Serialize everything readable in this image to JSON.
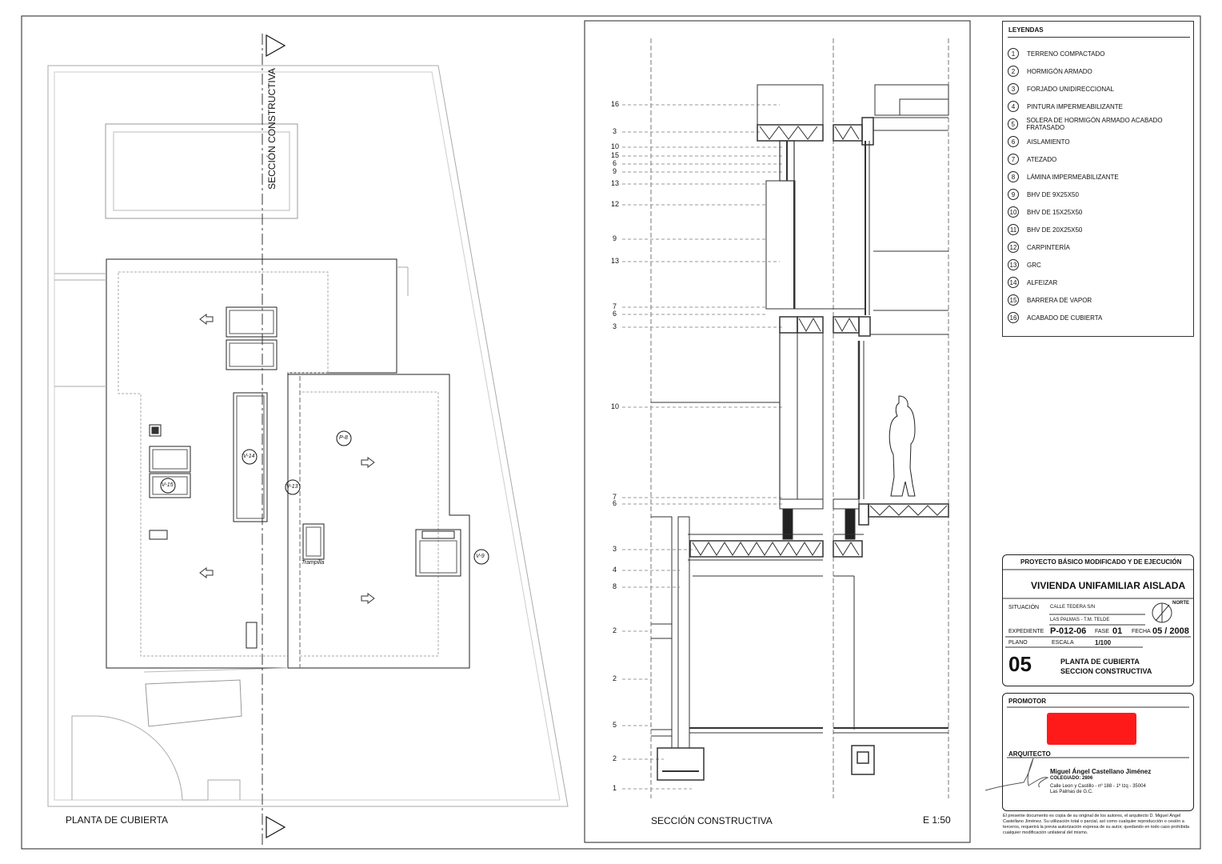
{
  "plan": {
    "title": "PLANTA DE CUBIERTA",
    "section_cut_label": "SECCIÓN CONSTRUCTIVA",
    "trapdoor_label": "Trampilla",
    "tags": [
      "V-14",
      "V-15",
      "V-13",
      "P-8",
      "V-9"
    ]
  },
  "section": {
    "title": "SECCIÓN CONSTRUCTIVA",
    "scale": "E 1:50",
    "level_markers": [
      "16",
      "3",
      "10",
      "15",
      "6",
      "9",
      "13",
      "12",
      "9",
      "13",
      "7",
      "6",
      "3",
      "10",
      "7",
      "6",
      "3",
      "4",
      "8",
      "2",
      "2",
      "5",
      "2",
      "1"
    ]
  },
  "legend": {
    "title": "LEYENDAS",
    "items": [
      {
        "num": "1",
        "text": "TERRENO COMPACTADO"
      },
      {
        "num": "2",
        "text": "HORMIGÓN ARMADO"
      },
      {
        "num": "3",
        "text": "FORJADO UNIDIRECCIONAL"
      },
      {
        "num": "4",
        "text": "PINTURA IMPERMEABILIZANTE"
      },
      {
        "num": "5",
        "text": "SOLERA DE HORMIGÓN ARMADO ACABADO FRATASADO"
      },
      {
        "num": "6",
        "text": "AISLAMIENTO"
      },
      {
        "num": "7",
        "text": "ATEZADO"
      },
      {
        "num": "8",
        "text": "LÁMINA IMPERMEABILIZANTE"
      },
      {
        "num": "9",
        "text": "BHV DE 9X25X50"
      },
      {
        "num": "10",
        "text": "BHV DE 15X25X50"
      },
      {
        "num": "11",
        "text": "BHV DE 20X25X50"
      },
      {
        "num": "12",
        "text": "CARPINTERÍA"
      },
      {
        "num": "13",
        "text": "GRC"
      },
      {
        "num": "14",
        "text": "ALFEIZAR"
      },
      {
        "num": "15",
        "text": "BARRERA DE VAPOR"
      },
      {
        "num": "16",
        "text": "ACABADO DE CUBIERTA"
      }
    ]
  },
  "title_block": {
    "project_type": "PROYECTO BÁSICO MODIFICADO Y DE EJECUCIÓN",
    "project_name": "VIVIENDA UNIFAMILIAR AISLADA",
    "situacion_label": "SITUACIÓN",
    "situacion_line1": "CALLE TEDERA S/N",
    "situacion_line2": "LAS PALMAS - T.M. TELDE",
    "norte_label": "NORTE",
    "expediente_label": "EXPEDIENTE",
    "expediente_value": "P-012-06",
    "fase_label": "FASE",
    "fase_value": "01",
    "fecha_label": "FECHA",
    "fecha_value": "05 / 2008",
    "plano_label": "PLANO",
    "escala_label": "ESCALA",
    "escala_value": "1/100",
    "plano_number": "05",
    "plano_title_1": "PLANTA DE CUBIERTA",
    "plano_title_2": "SECCION CONSTRUCTIVA"
  },
  "promotor": {
    "label": "PROMOTOR",
    "arquitecto_label": "ARQUITECTO",
    "architect_name": "Miguel Ángel Castellano Jiménez",
    "colegiado": "COLEGIADO: 2806",
    "address_1": "Calle Leon y Castillo - nº 188 - 1º Izq - 35004",
    "address_2": "Las Palmas de G.C."
  },
  "disclaimer": "El presente documento es copia de su original de los autores, el arquitecto D. Miguel Ángel Castellano Jiménez. Su utilización total o parcial, así como cualquier reproducción o cesión a terceros, requerirá la previa autorización expresa de su autor, quedando en todo caso prohibida cualquier modificación unilateral del mismo."
}
